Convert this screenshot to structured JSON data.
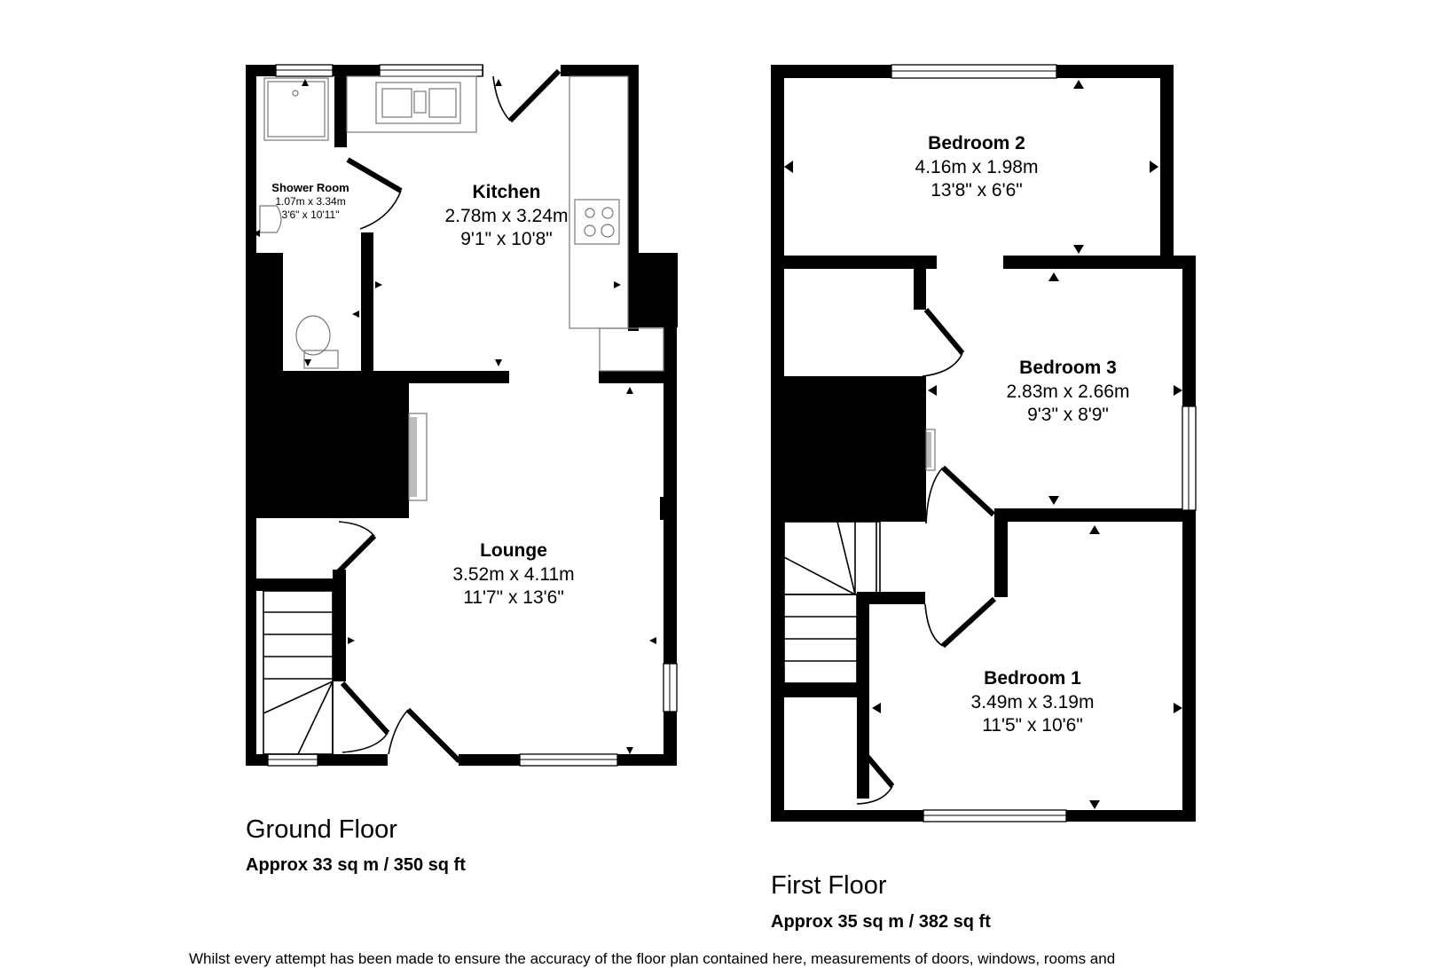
{
  "ground_floor": {
    "title": "Ground Floor",
    "area": "Approx 33 sq m / 350 sq ft",
    "rooms": [
      {
        "name": "Shower Room",
        "metric": "1.07m x 3.34m",
        "imperial": "3'6\" x 10'11\""
      },
      {
        "name": "Kitchen",
        "metric": "2.78m x 3.24m",
        "imperial": "9'1\" x 10'8\""
      },
      {
        "name": "Lounge",
        "metric": "3.52m x 4.11m",
        "imperial": "11'7\" x 13'6\""
      }
    ]
  },
  "first_floor": {
    "title": "First Floor",
    "area": "Approx 35 sq m / 382 sq ft",
    "rooms": [
      {
        "name": "Bedroom 2",
        "metric": "4.16m x 1.98m",
        "imperial": "13'8\" x 6'6\""
      },
      {
        "name": "Bedroom 3",
        "metric": "2.83m x 2.66m",
        "imperial": "9'3\" x 8'9\""
      },
      {
        "name": "Bedroom 1",
        "metric": "3.49m x 3.19m",
        "imperial": "11'5\" x 10'6\""
      }
    ]
  },
  "disclaimer": "Whilst every attempt has been made to ensure the accuracy of the floor plan contained here, measurements of doors, windows, rooms and",
  "colors": {
    "wall": "#000000",
    "background": "#ffffff",
    "fixture": "#777777"
  }
}
